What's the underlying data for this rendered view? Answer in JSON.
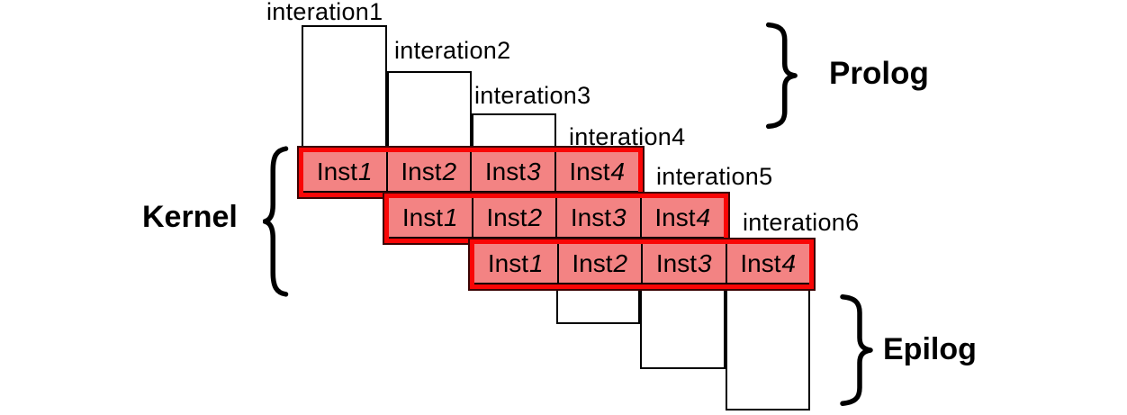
{
  "colors": {
    "kernel_fill": "#f38383",
    "kernel_border": "#f90606",
    "kernel_outline": "#3a0404",
    "line": "#000000"
  },
  "iterations": [
    {
      "label": "interation1"
    },
    {
      "label": "interation2"
    },
    {
      "label": "interation3"
    },
    {
      "label": "interation4"
    },
    {
      "label": "interation5"
    },
    {
      "label": "interation6"
    }
  ],
  "kernel": {
    "rows": [
      {
        "cells": [
          {
            "word": "Inst",
            "num": "1"
          },
          {
            "word": "Inst",
            "num": "2"
          },
          {
            "word": "Inst",
            "num": "3"
          },
          {
            "word": "Inst",
            "num": "4"
          }
        ]
      },
      {
        "cells": [
          {
            "word": "Inst",
            "num": "1"
          },
          {
            "word": "Inst",
            "num": "2"
          },
          {
            "word": "Inst",
            "num": "3"
          },
          {
            "word": "Inst",
            "num": "4"
          }
        ]
      },
      {
        "cells": [
          {
            "word": "Inst",
            "num": "1"
          },
          {
            "word": "Inst",
            "num": "2"
          },
          {
            "word": "Inst",
            "num": "3"
          },
          {
            "word": "Inst",
            "num": "4"
          }
        ]
      }
    ]
  },
  "phases": {
    "prolog": "Prolog",
    "kernel": "Kernel",
    "epilog": "Epilog"
  }
}
